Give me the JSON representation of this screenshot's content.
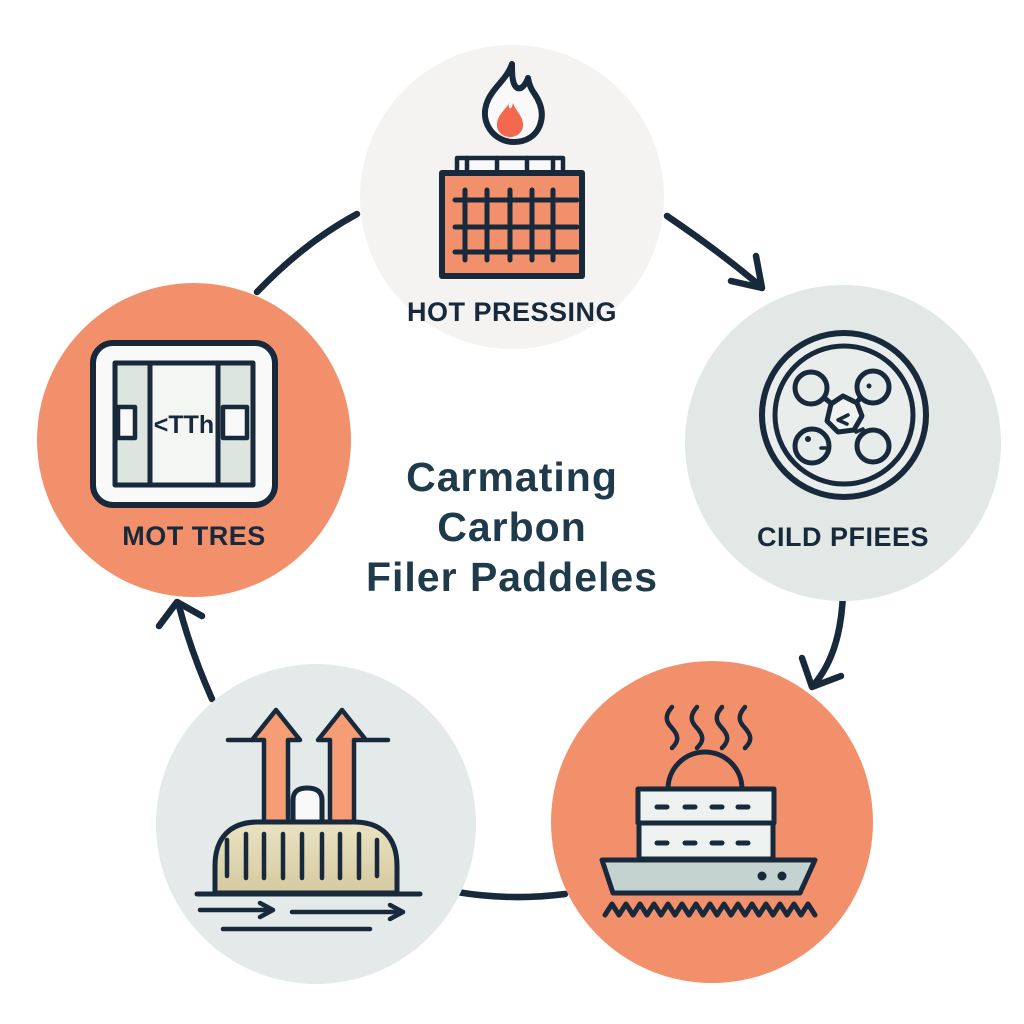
{
  "title": {
    "line1": "Carmating",
    "line2": "Carbon",
    "line3": "Filer Paddeles"
  },
  "nodes": [
    {
      "id": "hot-pressing",
      "position": "top",
      "label": "HOT PRESSING",
      "icon": "flame-press-grid-icon"
    },
    {
      "id": "cild-pfiees",
      "position": "right",
      "label": "CILD PFIEES",
      "icon": "round-mold-plate-icon"
    },
    {
      "id": "steam-cure",
      "position": "bottom-right",
      "icon": "steaming-layered-hull-icon"
    },
    {
      "id": "degassing",
      "position": "bottom-left",
      "icon": "up-arrows-dome-conveyor-icon"
    },
    {
      "id": "mot-tres",
      "position": "left",
      "label": "MOT TRES",
      "icon": "press-screen-icon",
      "icon_text": "<TTh"
    }
  ],
  "connectors": [
    {
      "from": "mot-tres",
      "to": "hot-pressing",
      "arrowhead": false
    },
    {
      "from": "hot-pressing",
      "to": "cild-pfiees",
      "arrowhead": true
    },
    {
      "from": "cild-pfiees",
      "to": "steam-cure",
      "arrowhead": true
    },
    {
      "from": "steam-cure",
      "to": "degassing",
      "arrowhead": false
    },
    {
      "from": "degassing",
      "to": "mot-tres",
      "arrowhead": true
    }
  ],
  "colors": {
    "background": "#ffffff",
    "navy": "#17293a",
    "title_navy": "#1e3a4b",
    "salmon": "#f3906c",
    "light_gray_circle": "#f4f3f2",
    "pale_teal_circle": "#e2e8e6",
    "pale_teal_circle_2": "#e4eae9",
    "orange_arrow": "#f79d75",
    "flame_red": "#f3684e",
    "tan_dome": "#d9cfa6",
    "panel_green": "#dce5df",
    "box_gray": "#edf2f0",
    "hull_teal": "#c4d3d0"
  }
}
